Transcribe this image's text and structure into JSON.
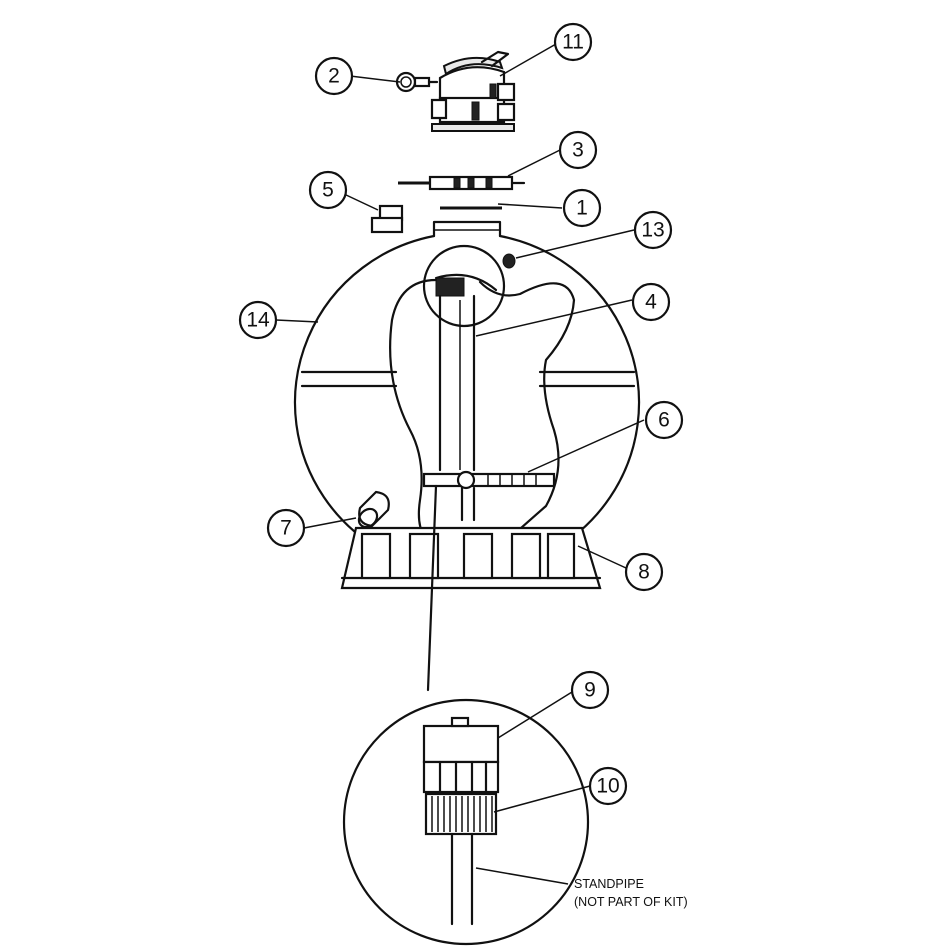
{
  "callouts": [
    {
      "id": "c1",
      "label": "1"
    },
    {
      "id": "c2",
      "label": "2"
    },
    {
      "id": "c3",
      "label": "3"
    },
    {
      "id": "c4",
      "label": "4"
    },
    {
      "id": "c5",
      "label": "5"
    },
    {
      "id": "c6",
      "label": "6"
    },
    {
      "id": "c7",
      "label": "7"
    },
    {
      "id": "c8",
      "label": "8"
    },
    {
      "id": "c9",
      "label": "9"
    },
    {
      "id": "c10",
      "label": "10"
    },
    {
      "id": "c11",
      "label": "11"
    },
    {
      "id": "c13",
      "label": "13"
    },
    {
      "id": "c14",
      "label": "14"
    }
  ],
  "note": {
    "line1": "STANDPIPE",
    "line2": "(NOT PART OF KIT)"
  }
}
